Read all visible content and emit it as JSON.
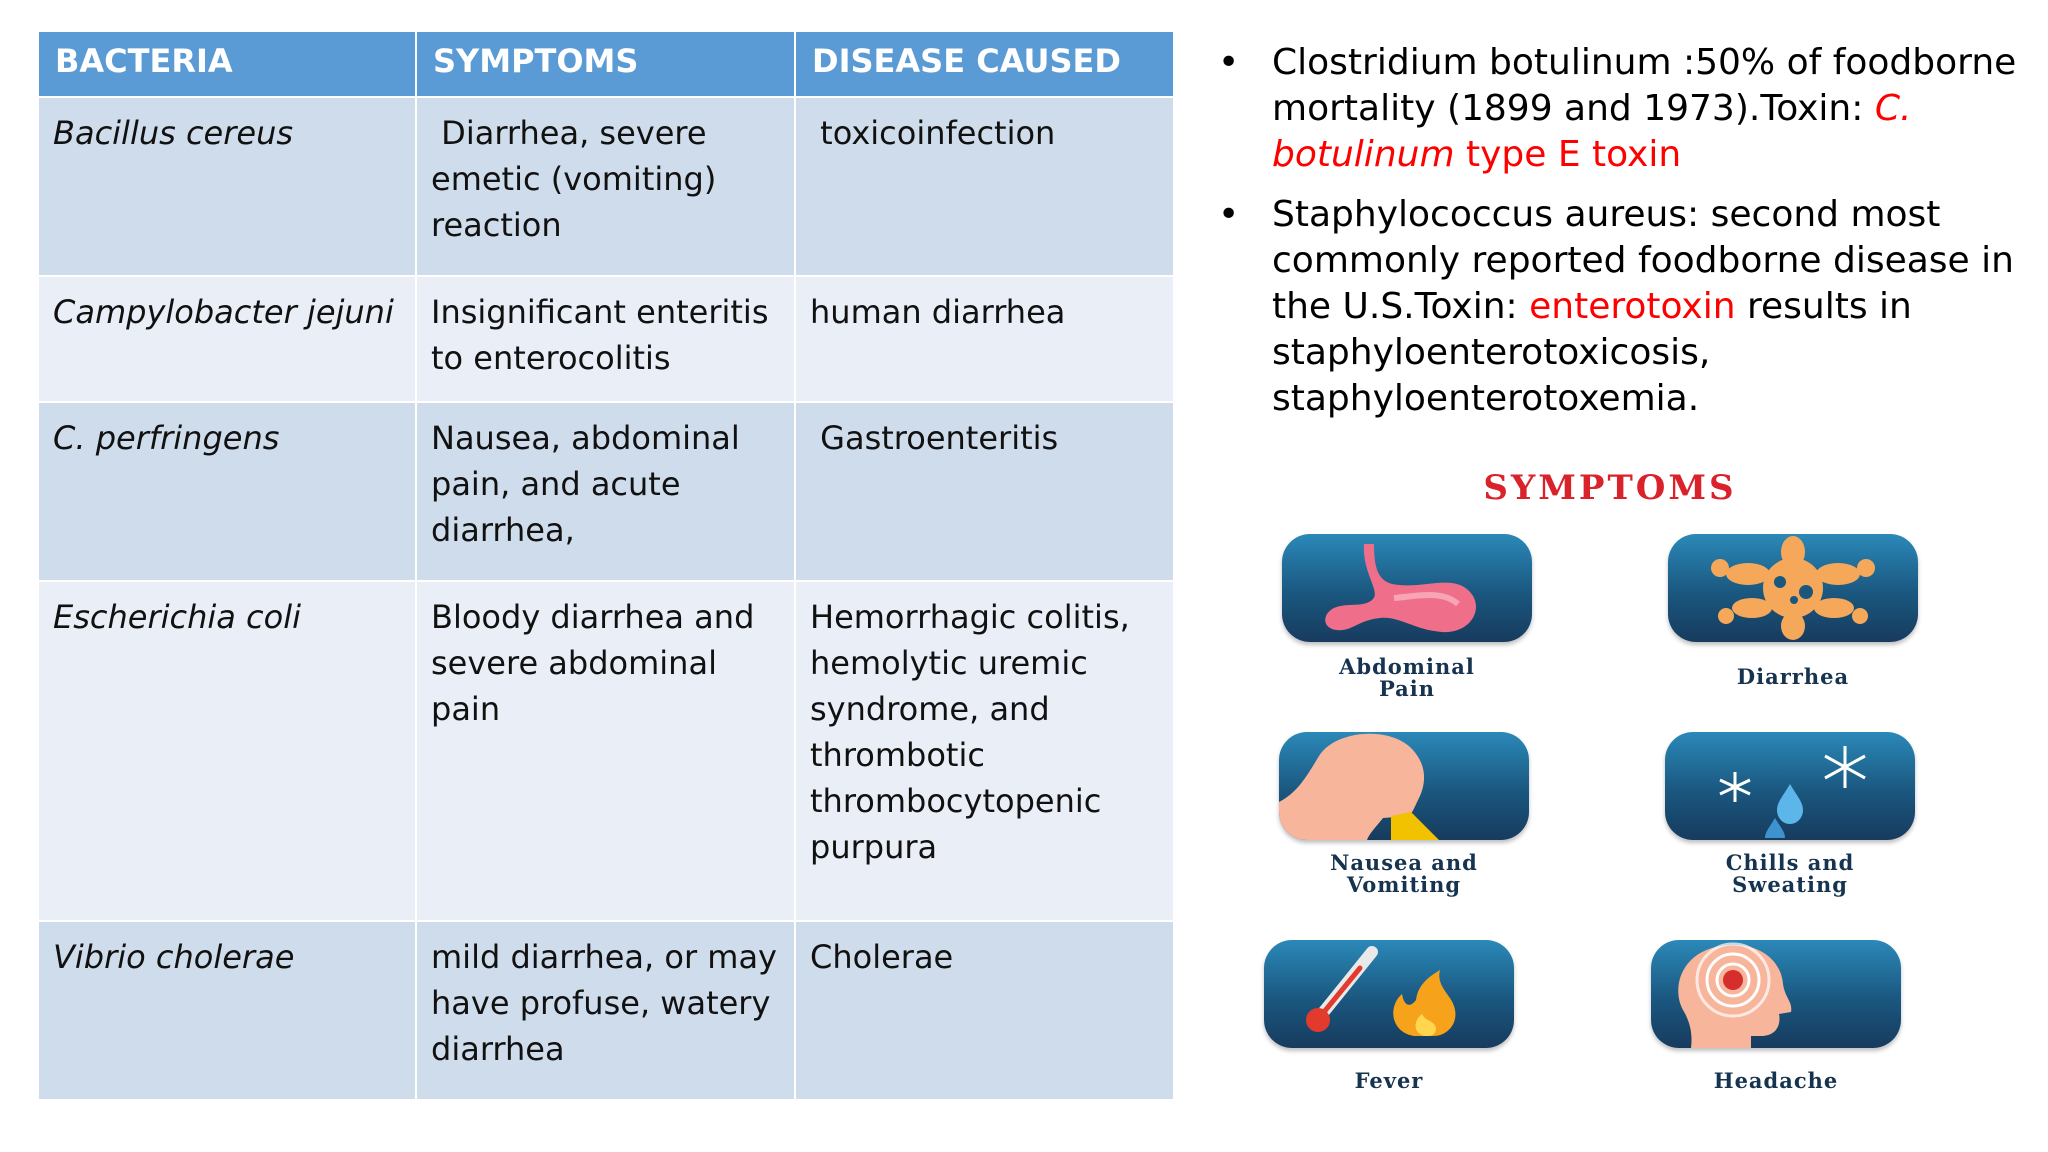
{
  "table": {
    "headers": [
      "BACTERIA",
      "SYMPTOMS",
      "DISEASE CAUSED"
    ],
    "rows": [
      {
        "bacteria": "Bacillus cereus",
        "symptoms": " Diarrhea, severe\nemetic (vomiting)\nreaction",
        "disease": " toxicoinfection"
      },
      {
        "bacteria": "Campylobacter jejuni",
        "symptoms": "Insignificant enteritis\nto enterocolitis",
        "disease": "human diarrhea"
      },
      {
        "bacteria": "C. perfringens",
        "symptoms": "Nausea, abdominal\npain, and acute\ndiarrhea,",
        "disease": " Gastroenteritis"
      },
      {
        "bacteria": "Escherichia coli",
        "symptoms": "Bloody diarrhea and\nsevere abdominal\npain",
        "disease": "Hemorrhagic colitis,\nhemolytic uremic\nsyndrome, and\nthrombotic\nthrombocytopenic\npurpura"
      },
      {
        "bacteria": "Vibrio cholerae",
        "symptoms": "mild diarrhea, or may\nhave profuse, watery\ndiarrhea",
        "disease": "Cholerae"
      }
    ]
  },
  "bullets": [
    {
      "bullet": "•",
      "text_a": "Clostridium botulinum :50% of foodborne mortality (1899 and 1973).Toxin: ",
      "red_italic": "C. botulinum",
      "red_plain": " type E toxin"
    },
    {
      "bullet": "•",
      "text_a": "Staphylococcus aureus:  second most commonly reported foodborne disease in the U.S.Toxin: ",
      "red": "enterotoxin",
      "text_b": " results in staphyloenterotoxicosis, staphyloenterotoxemia."
    }
  ],
  "symptoms": {
    "title": "SYMPTOMS",
    "items": [
      {
        "label_1": "Abdominal",
        "label_2": "Pain",
        "icon": "stomach-icon"
      },
      {
        "label_1": "Diarrhea",
        "label_2": "",
        "icon": "bacteria-splat-icon"
      },
      {
        "label_1": "Nausea and",
        "label_2": "Vomiting",
        "icon": "vomiting-head-icon"
      },
      {
        "label_1": "Chills and",
        "label_2": "Sweating",
        "icon": "snowflake-drops-icon"
      },
      {
        "label_1": "Fever",
        "label_2": "",
        "icon": "thermometer-fire-icon"
      },
      {
        "label_1": "Headache",
        "label_2": "",
        "icon": "headache-head-icon"
      }
    ]
  },
  "colors": {
    "header_blue": "#5b9bd5",
    "row_dark": "#cfdcec",
    "row_light": "#e9eef7",
    "accent_red": "#ff0000",
    "symptoms_title_red": "#d9222a",
    "tile_blue": "#1a577f"
  }
}
